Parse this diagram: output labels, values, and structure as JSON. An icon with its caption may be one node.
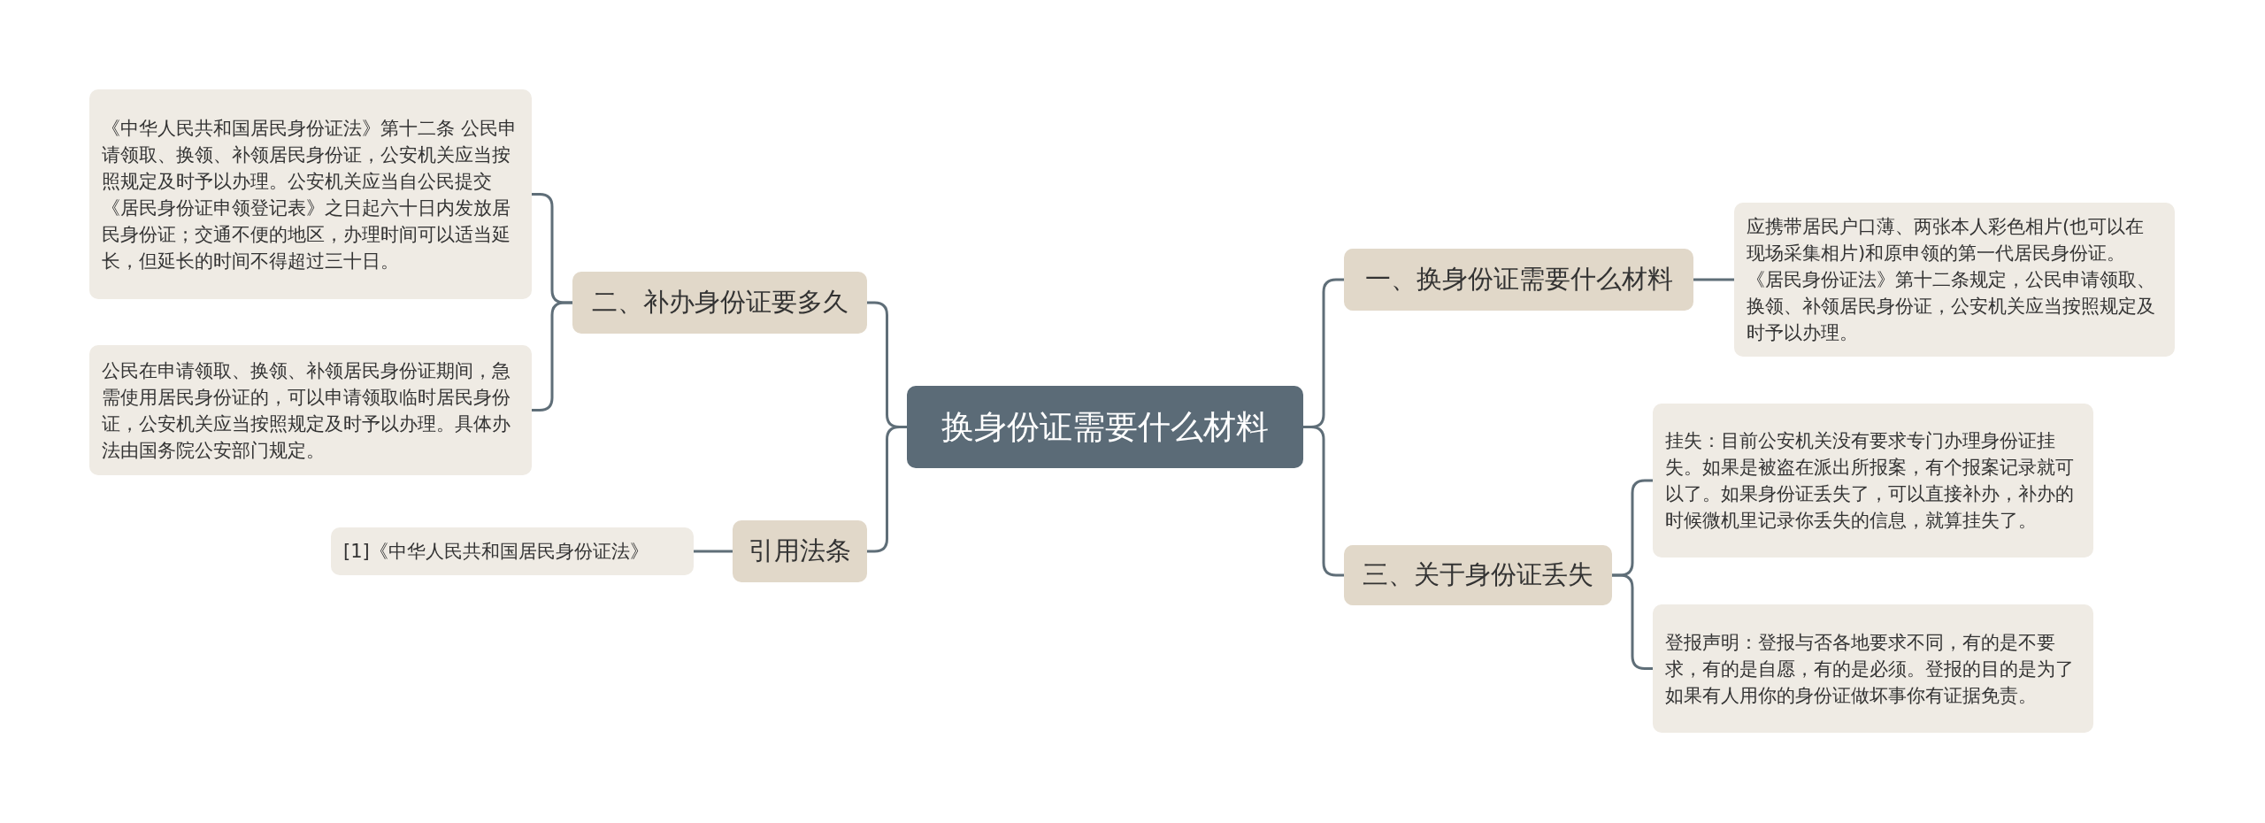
{
  "diagram": {
    "nodes": [
      {
        "text": [
          "换身份证需要什么材料"
        ]
      },
      {
        "text": [
          "一、换身份证需要什么材料"
        ]
      },
      {
        "text": [
          "应携带居民户口薄、两张本人彩色相片(也可以在现场采集相片)和原申领的第一代居民身份证。《居民身份证法》第十二条规定，公民申请领取、换领、补领居民身份证，公安机关应当按照规定及时予以办理。"
        ]
      },
      {
        "text": [
          "三、关于身份证丢失"
        ]
      },
      {
        "text": [
          "挂失：目前公安机关没有要求专门办理身份证挂失。如果是被盗在派出所报案，有个报案记录就可以了。如果身份证丢失了，可以直接补办，补办的时候微机里记录你丢失的信息，就算挂失了。"
        ]
      },
      {
        "text": [
          "登报声明：登报与否各地要求不同，有的是不要求，有的是自愿，有的是必须。登报的目的是为了如果有人用你的身份证做坏事你有证据免责。"
        ]
      },
      {
        "text": [
          "二、补办身份证要多久"
        ]
      },
      {
        "text": [
          "《中华人民共和国居民身份证法》第十二条 公民申请领取、换领、补领居民身份证，公安机关应当按照规定及时予以办理。公安机关应当自公民提交《居民身份证申领登记表》之日起六十日内发放居民身份证；交通不便的地区，办理时间可以适当延长，但延长的时间不得超过三十日。"
        ]
      },
      {
        "text": [
          "公民在申请领取、换领、补领居民身份证期间，急需使用居民身份证的，可以申请领取临时居民身份证，公安机关应当按照规定及时予以办理。具体办法由国务院公安部门规定。"
        ]
      },
      {
        "text": [
          "引用法条"
        ]
      },
      {
        "text": [
          "[1]《中华人民共和国居民身份证法》"
        ]
      }
    ],
    "edges": [
      {
        "from": 0,
        "to": 1,
        "arrow": "none"
      },
      {
        "from": 1,
        "to": 2,
        "arrow": "none"
      },
      {
        "from": 0,
        "to": 3,
        "arrow": "none"
      },
      {
        "from": 3,
        "to": 4,
        "arrow": "none"
      },
      {
        "from": 3,
        "to": 5,
        "arrow": "none"
      },
      {
        "from": 0,
        "to": 6,
        "arrow": "none"
      },
      {
        "from": 6,
        "to": 7,
        "arrow": "none"
      },
      {
        "from": 6,
        "to": 8,
        "arrow": "none"
      },
      {
        "from": 0,
        "to": 9,
        "arrow": "none"
      },
      {
        "from": 9,
        "to": 10,
        "arrow": "none"
      }
    ]
  }
}
